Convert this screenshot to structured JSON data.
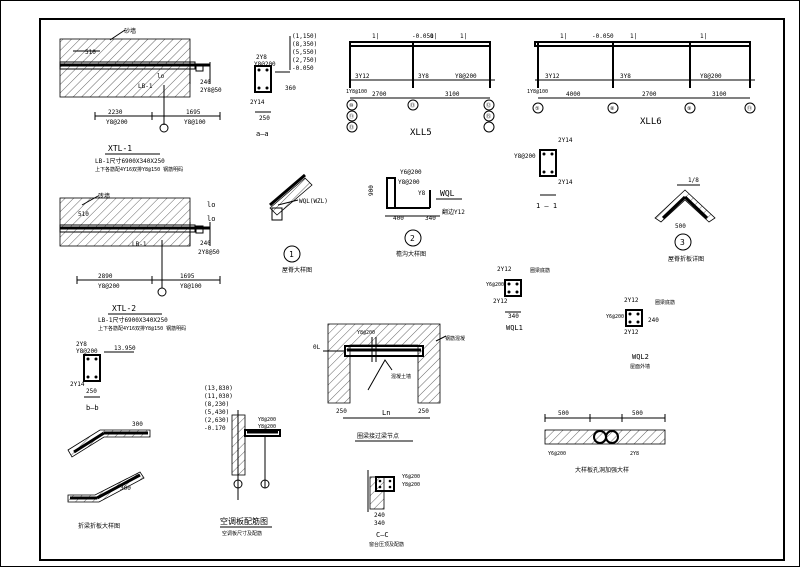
{
  "xtl1": {
    "wall_label": "砂墙",
    "dim_left": "510",
    "dim_a": "2230",
    "dim_b": "1695",
    "bar_a": "Y8@200",
    "bar_b": "Y8@100",
    "lb_label": "LB-1",
    "ref_240": "240",
    "ref_bar": "2Y8@50",
    "title": "XTL-1",
    "spec": "LB-1尺寸6900X340X250",
    "note": "上下各筋配4Y16双排Y8@150 钢筋明码"
  },
  "xtl2": {
    "wall_label": "砖墙",
    "dim_left": "510",
    "dim_a": "2890",
    "dim_b": "1695",
    "bar_a": "Y8@200",
    "bar_b": "Y8@100",
    "lb_label": "LB-1",
    "ref_240": "240",
    "ref_bar": "2Y8@50",
    "title": "XTL-2",
    "spec": "LB-1尺寸6900X340X250",
    "note": "上下各筋配4Y16双排Y8@150 钢筋明码"
  },
  "sec_aa": {
    "levels": [
      "(1,150)",
      "(8,350)",
      "(5,550)",
      "(2,750)",
      "-0.050"
    ],
    "top": "2Y8",
    "mid": "Y8@200",
    "side": "2Y14",
    "bottom_dim": "250",
    "label": "a—a"
  },
  "sec_bb": {
    "level": "13.950",
    "top": "2Y8",
    "mid": "Y8@200",
    "side": "2Y14",
    "bottom_dim": "250",
    "label": "b—b"
  },
  "xll5": {
    "title": "XLL5",
    "level": "-0.050",
    "bar": "1Y8@100",
    "spans": [
      "2700",
      "3100"
    ],
    "markers": [
      "3Y12",
      "3Y8",
      "Y8@200"
    ],
    "axes": [
      "⑩",
      "⑪",
      "⑬",
      "⑬",
      "⑫",
      "⑮"
    ]
  },
  "xll6": {
    "title": "XLL6",
    "level": "-0.050",
    "bar": "1Y8@100",
    "spans": [
      "4000",
      "2700",
      "3100"
    ],
    "markers": [
      "3Y12",
      "3Y8",
      "Y8@200"
    ],
    "axes": [
      "⑤",
      "⑧",
      "⑨",
      "⑪"
    ]
  },
  "sec_11": {
    "top": "2Y14",
    "stirrup": "Y8@200",
    "bottom": "2Y14",
    "label": "1 — 1"
  },
  "detail1": {
    "code": "WQL(WZL)",
    "num": "1",
    "caption": "屋脊大样图"
  },
  "detail2": {
    "code": "WQL",
    "bars": [
      "Y6@200",
      "Y8@200",
      "Y8"
    ],
    "dim_h": "900",
    "dim_a": "400",
    "dim_b": "340",
    "note": "翻边Y12",
    "num": "2",
    "caption": "檐沟大样图"
  },
  "detail3": {
    "dim_top": "1/8",
    "dim_w": "500",
    "num": "3",
    "caption": "屋脊折板详图"
  },
  "wql1": {
    "dims": [
      "2Y12",
      "2Y12"
    ],
    "bar": "Y6@200",
    "note": "圈梁底筋",
    "dim": "340",
    "label": "WQL1"
  },
  "wql2": {
    "dims": [
      "2Y12",
      "2Y12"
    ],
    "bar": "Y6@200",
    "note": "圈梁底筋",
    "dim": "240",
    "label": "WQL2",
    "sub": "屋面外墙"
  },
  "lintel": {
    "bar": "Y8@200",
    "side": "钢筋混凝",
    "mark": "混凝土墙",
    "d1": "250",
    "d2": "250",
    "span": "Ln",
    "caption": "圈梁接过梁节点"
  },
  "stair": {
    "d1": "300",
    "d2": "300",
    "caption": "折梁折板大样图"
  },
  "ac": {
    "levels": [
      "(13,830)",
      "(11,030)",
      "(8,230)",
      "(5,430)",
      "(2,630)",
      "-0.170"
    ],
    "bars": [
      "Y8@200",
      "Y8@200"
    ],
    "caption": "空调板配筋图",
    "sub": "空调板尺寸及配筋"
  },
  "sec_cc": {
    "bars": [
      "Y6@200",
      "Y8@200"
    ],
    "dims": [
      "240",
      "340"
    ],
    "label": "C—C",
    "sub": "窗台压顶及配筋"
  },
  "hole": {
    "d1": "500",
    "d2": "500",
    "bars": [
      "Y6@200",
      "2Y8"
    ],
    "caption": "大样板孔洞加强大样"
  }
}
